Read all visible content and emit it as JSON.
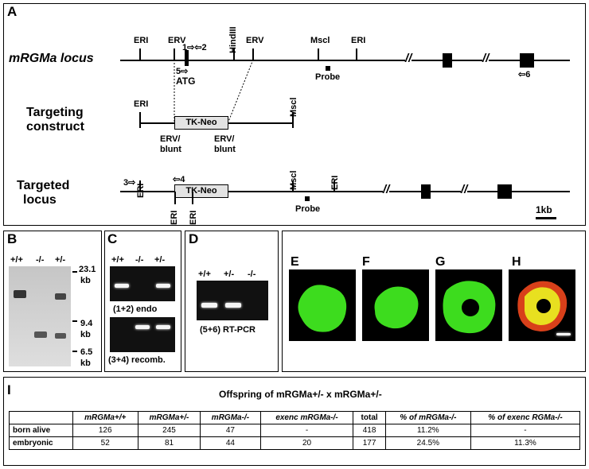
{
  "panelA": {
    "label": "A",
    "locus_label": "mRGMa locus",
    "construct_label_1": "Targeting",
    "construct_label_2": "construct",
    "targeted_label_1": "Targeted",
    "targeted_label_2": "locus",
    "sites": {
      "eri": "ERI",
      "erv": "ERV",
      "hindiii": "HindIII",
      "mscl": "Mscl"
    },
    "primer_1_2": "1⇨⇦2",
    "primer_5": "5⇨",
    "atg": "ATG",
    "primer_6": "⇦6",
    "probe": "Probe",
    "tkneo": "TK-Neo",
    "erv_blunt_1a": "ERV/",
    "erv_blunt_1b": "blunt",
    "erv_blunt_2a": "ERV/",
    "erv_blunt_2b": "blunt",
    "primer_3": "3⇨",
    "primer_4": "⇦4",
    "break": "//",
    "scale": "1kb"
  },
  "panelB": {
    "label": "B",
    "genotypes": [
      "+/+",
      "-/-",
      "+/-"
    ],
    "sizes": [
      "23.1",
      "kb",
      "9.4",
      "kb",
      "6.5",
      "kb"
    ]
  },
  "panelC": {
    "label": "C",
    "genotypes": [
      "+/+",
      "-/-",
      "+/-"
    ],
    "caption_top": "(1+2) endo",
    "caption_bottom": "(3+4) recomb."
  },
  "panelD": {
    "label": "D",
    "genotypes": [
      "+/+",
      "+/-",
      "-/-"
    ],
    "caption": "(5+6) RT-PCR"
  },
  "panelE": {
    "label": "E"
  },
  "panelF": {
    "label": "F"
  },
  "panelG": {
    "label": "G"
  },
  "panelH": {
    "label": "H"
  },
  "panelI": {
    "label": "I",
    "title": "Offspring of mRGMa+/- x mRGMa+/-",
    "headers": [
      "",
      "mRGMa+/+",
      "mRGMa+/-",
      "mRGMa-/-",
      "exenc mRGMa-/-",
      "total",
      "% of mRGMa-/-",
      "% of exenc RGMa-/-"
    ],
    "rows": [
      [
        "born alive",
        "126",
        "245",
        "47",
        "-",
        "418",
        "11.2%",
        "-"
      ],
      [
        "embryonic",
        "52",
        "81",
        "44",
        "20",
        "177",
        "24.5%",
        "11.3%"
      ]
    ]
  },
  "colors": {
    "green": "#3ddc1e",
    "yellow": "#e8e020",
    "red": "#d8401a"
  }
}
